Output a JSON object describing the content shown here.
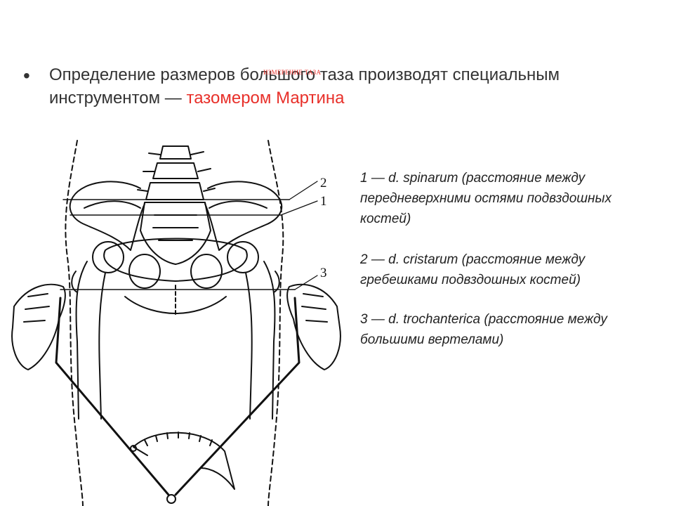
{
  "bullet": {
    "text_part1": "Определение размеров большого таза производят специальным инструментом — ",
    "text_accent": "тазомером Мартина",
    "accent_color": "#e8302a"
  },
  "overlay_label": "ИЗМЕРЕНИЕ ТАЗА",
  "figure": {
    "numbers": {
      "n1": "1",
      "n2": "2",
      "n3": "3"
    }
  },
  "captions": [
    "1 — d. spinarum (расстояние между передневерхними остями подвздошных костей)",
    "2 — d. cristarum (расстояние между гребешками подвздошных костей)",
    "3 — d. trochanterica (расстояние между большими вертелами)"
  ]
}
